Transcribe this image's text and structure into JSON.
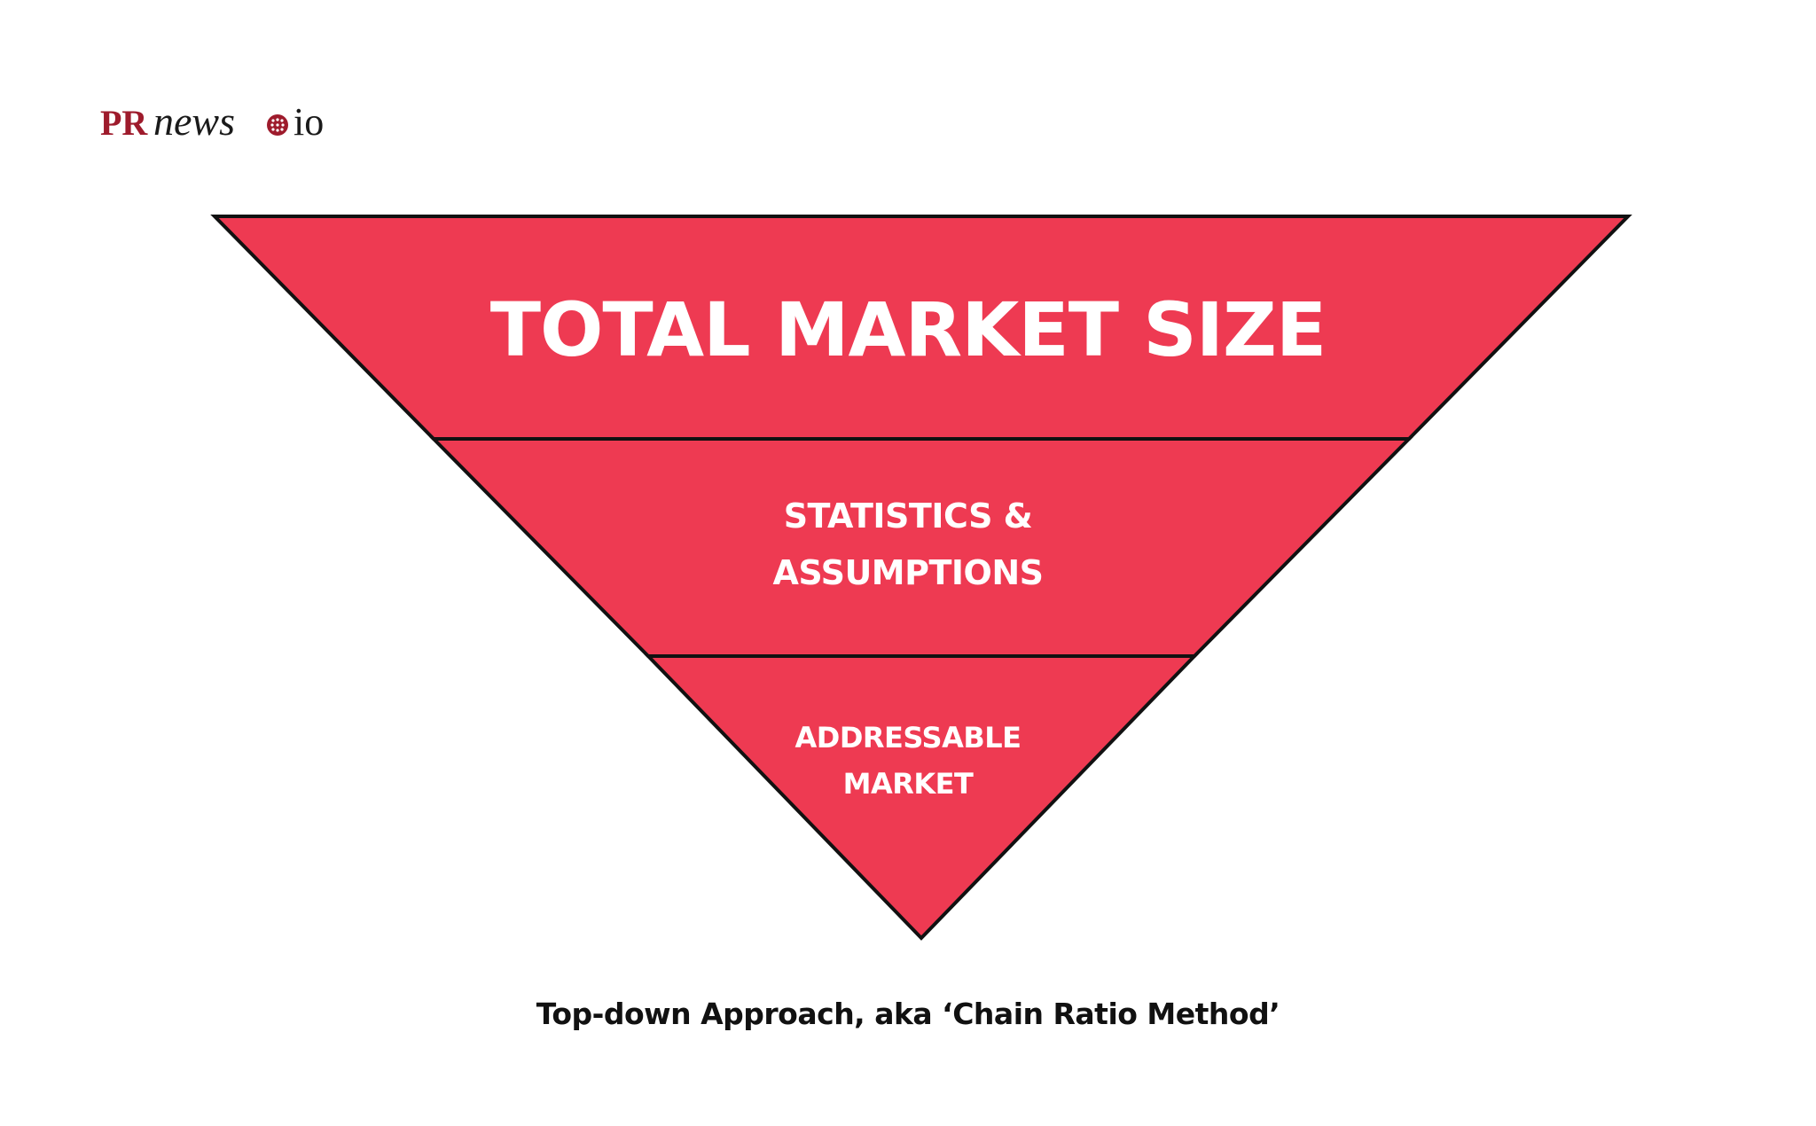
{
  "logo": {
    "text_pr": "PR",
    "text_news": "news",
    "text_io": "io",
    "color_pr": "#9e1b2c",
    "color_text": "#1a1a1a"
  },
  "funnel": {
    "fill_color": "#ee3a52",
    "stroke_color": "#111111",
    "tiers": [
      {
        "lines": [
          "TOTAL MARKET SIZE"
        ]
      },
      {
        "lines": [
          "STATISTICS &",
          "ASSUMPTIONS"
        ]
      },
      {
        "lines": [
          "ADDRESSABLE",
          "MARKET"
        ]
      }
    ]
  },
  "caption": "Top-down Approach, aka ‘Chain Ratio Method’"
}
